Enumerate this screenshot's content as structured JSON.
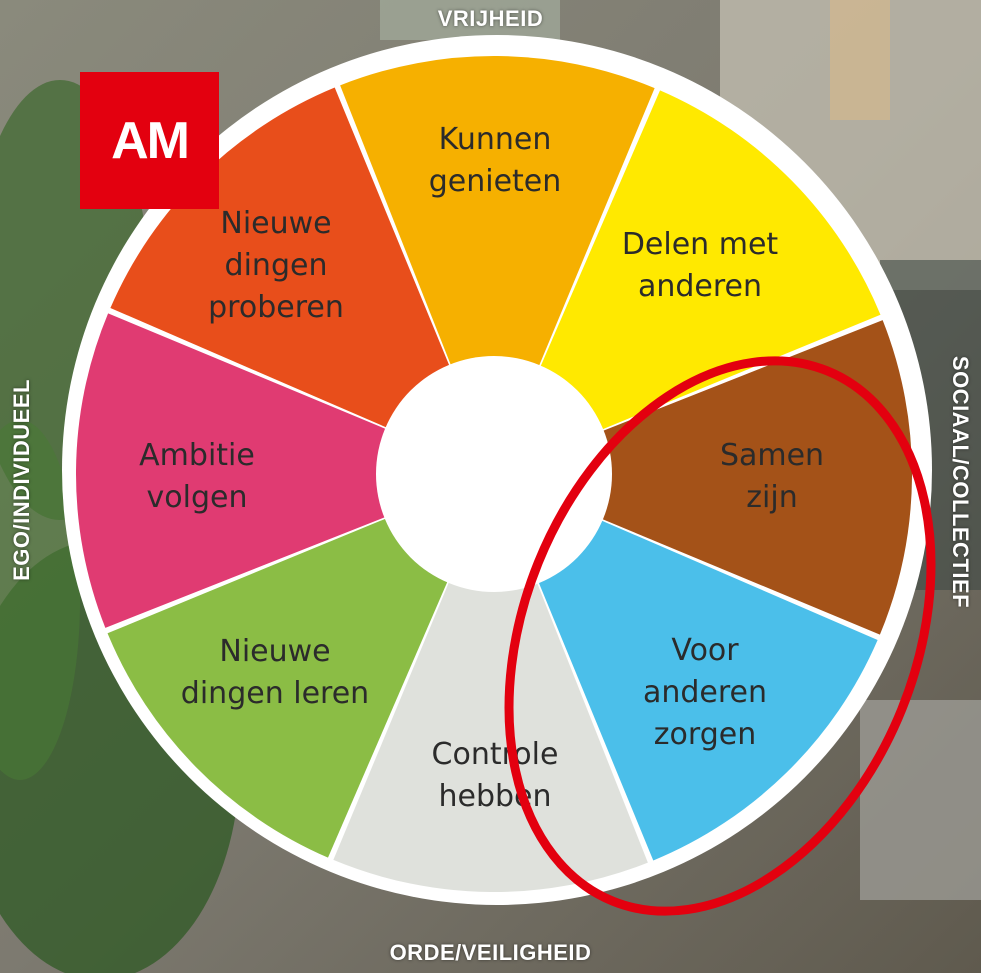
{
  "axes": {
    "top": "VRIJHEID",
    "bottom": "ORDE/VEILIGHEID",
    "left": "EGO/INDIVIDUEEL",
    "right": "SOCIAAL/COLLECTIEF"
  },
  "logo": {
    "text": "AM"
  },
  "segments": [
    {
      "lines": [
        "Kunnen",
        "genieten"
      ],
      "color": "#f6b000"
    },
    {
      "lines": [
        "Delen met",
        "anderen"
      ],
      "color": "#ffe900"
    },
    {
      "lines": [
        "Samen",
        "zijn"
      ],
      "color": "#a45218"
    },
    {
      "lines": [
        "Voor",
        "anderen",
        "zorgen"
      ],
      "color": "#4bbfea"
    },
    {
      "lines": [
        "Controle",
        "hebben"
      ],
      "color": "#dfe1dc"
    },
    {
      "lines": [
        "Nieuwe",
        "dingen leren"
      ],
      "color": "#8bbd45"
    },
    {
      "lines": [
        "Ambitie",
        "volgen"
      ],
      "color": "#e03b72"
    },
    {
      "lines": [
        "Nieuwe",
        "dingen",
        "proberen"
      ],
      "color": "#e84e1b"
    }
  ],
  "highlight_color": "#e3000f"
}
